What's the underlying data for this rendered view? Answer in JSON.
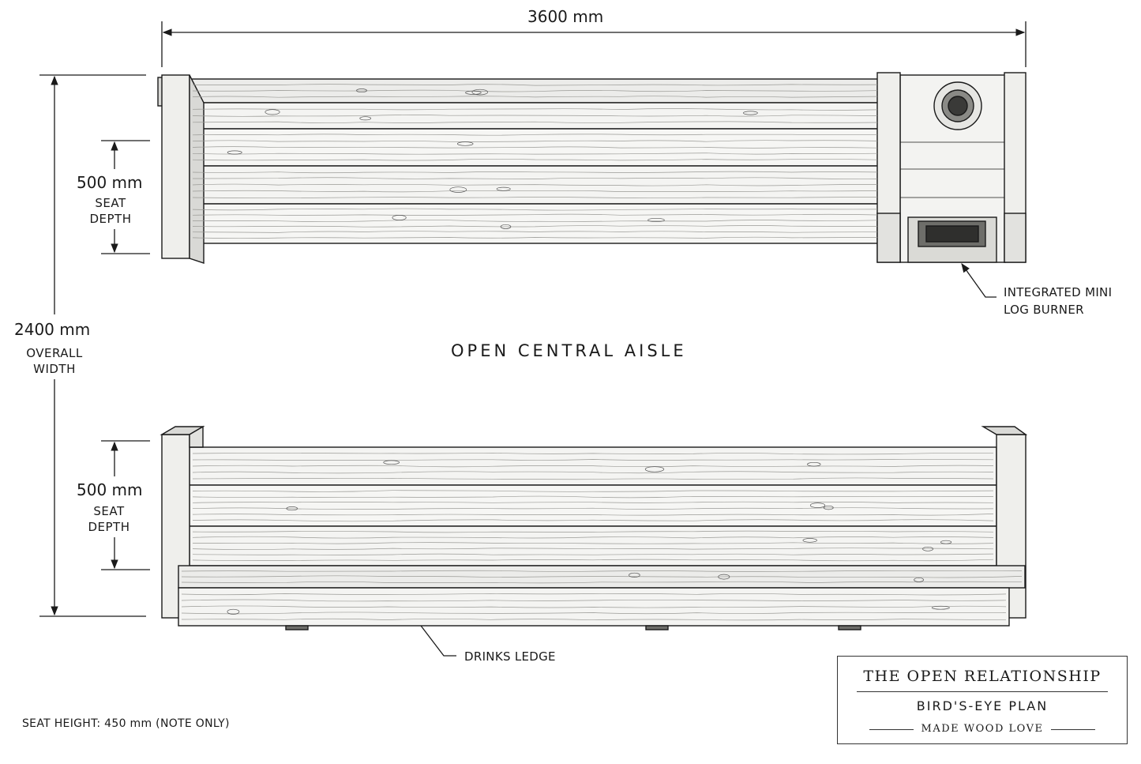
{
  "dimensions": {
    "overall_length": "3600 mm",
    "overall_width_value": "2400 mm",
    "overall_width_caption_1": "OVERALL",
    "overall_width_caption_2": "WIDTH",
    "top_seat_depth_value": "500 mm",
    "top_seat_depth_caption_1": "SEAT",
    "top_seat_depth_caption_2": "DEPTH",
    "bottom_seat_depth_value": "500 mm",
    "bottom_seat_depth_caption_1": "SEAT",
    "bottom_seat_depth_caption_2": "DEPTH"
  },
  "labels": {
    "aisle": "OPEN CENTRAL AISLE",
    "log_burner_line_1": "INTEGRATED MINI",
    "log_burner_line_2": "LOG BURNER",
    "drinks_ledge": "DRINKS LEDGE",
    "seat_height_note": "SEAT HEIGHT: 450 mm (NOTE ONLY)"
  },
  "title_block": {
    "project": "THE OPEN RELATIONSHIP",
    "drawing": "BIRD'S-EYE PLAN",
    "maker": "MADE WOOD LOVE"
  },
  "colors": {
    "ink": "#1a1a1a",
    "wood_light": "#f4f4f2",
    "wood_shade": "#d9d9d6",
    "grain": "#9a9a96"
  }
}
